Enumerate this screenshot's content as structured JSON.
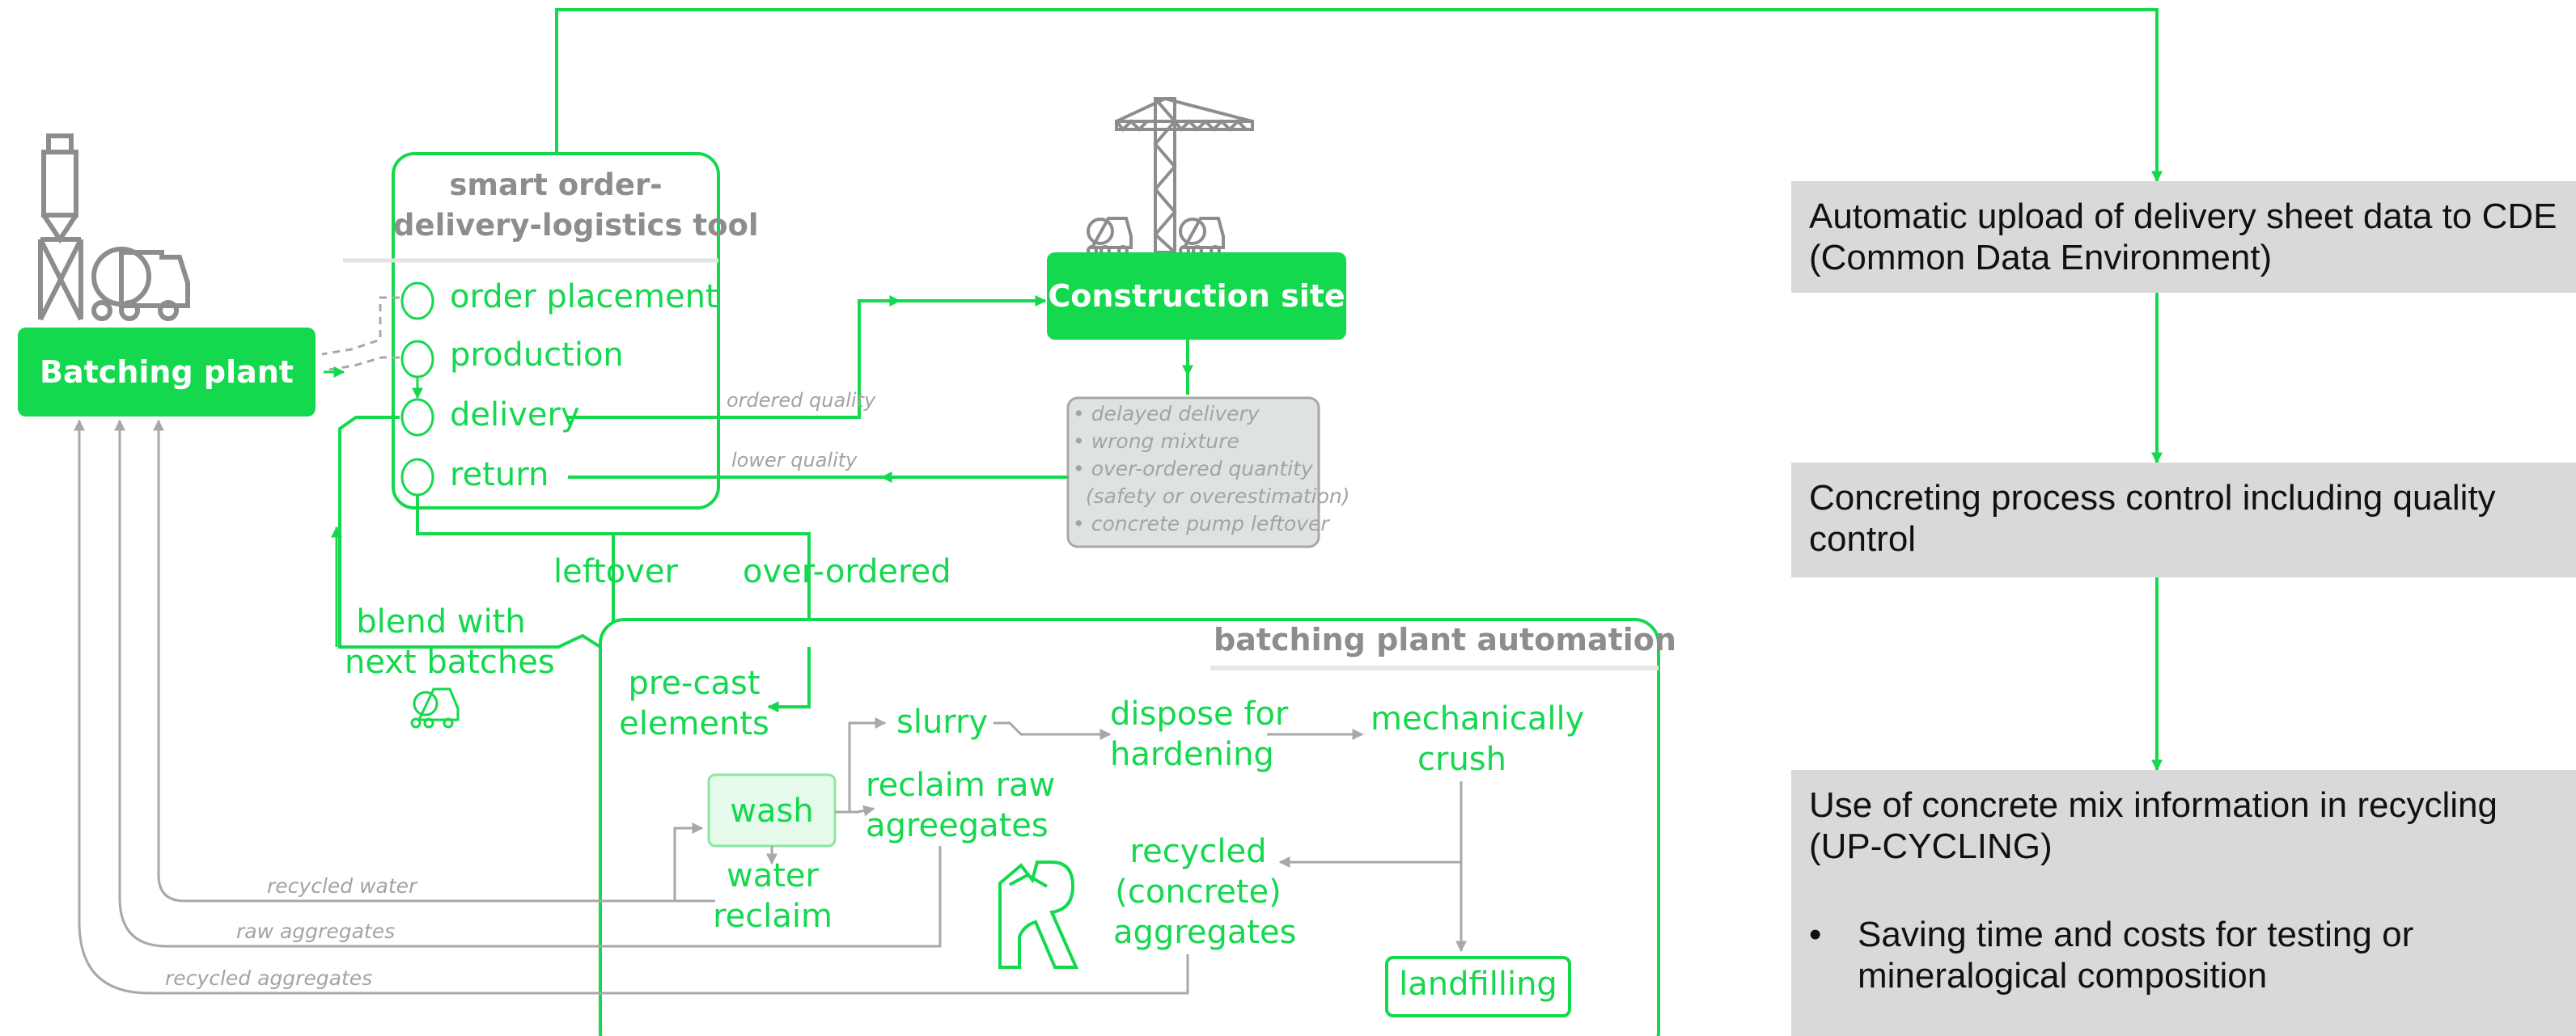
{
  "tool": {
    "title_line1": "smart order-",
    "title_line2": "delivery-logistics tool",
    "items": [
      "order placement",
      "production",
      "delivery",
      "return"
    ]
  },
  "batching_plant": "Batching plant",
  "construction_site": "Construction site",
  "issues": [
    "• delayed delivery",
    "• wrong mixture",
    "• over-ordered quantity",
    "  (safety or overestimation)",
    "• concrete pump leftover"
  ],
  "edge_labels": {
    "ordered_quality": "ordered quality",
    "lower_quality": "lower quality",
    "recycled_water": "recycled water",
    "raw_aggregates": "raw aggregates",
    "recycled_aggregates": "recycled aggregates"
  },
  "flow_labels": {
    "leftover": "leftover",
    "over_ordered": "over-ordered",
    "blend_line1": "blend with",
    "blend_line2": "next batches"
  },
  "automation": {
    "title": "batching plant automation",
    "precast_line1": "pre-cast",
    "precast_line2": "elements",
    "slurry": "slurry",
    "dispose_line1": "dispose for",
    "dispose_line2": "hardening",
    "crush_line1": "mechanically",
    "crush_line2": "crush",
    "wash": "wash",
    "water_line1": "water",
    "water_line2": "reclaim",
    "reclaim_line1": "reclaim raw",
    "reclaim_line2": "agreegates",
    "recycled_line1": "recycled",
    "recycled_line2": "(concrete)",
    "recycled_line3": "aggregates",
    "landfilling": "landfilling"
  },
  "process_steps": {
    "step1": "Automatic upload of delivery sheet data to CDE (Common Data Environment)",
    "step2": "Concreting process control including quality control",
    "step3": "Use of concrete mix information in recycling (UP-CYCLING)",
    "step3_bullet_symbol": "•",
    "step3_bullet": "Saving time and costs for testing or mineralogical composition"
  },
  "colors": {
    "green": "#14d84e",
    "gray_line": "#a8a8a8",
    "icon_gray": "#8d8d8d",
    "panel_gray": "#d9d9d9",
    "issues_fill": "#dfe3df"
  }
}
